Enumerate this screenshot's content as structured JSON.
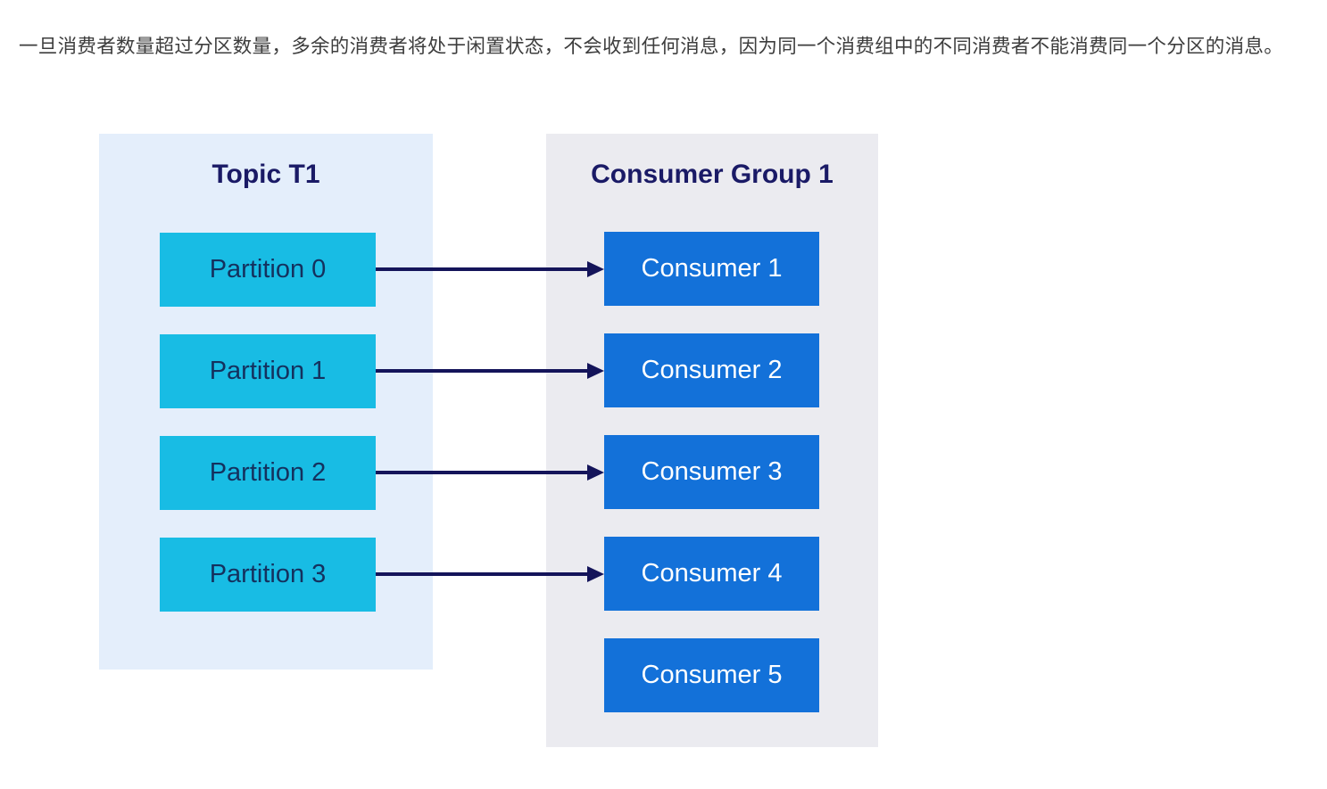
{
  "intro_paragraph": "一旦消费者数量超过分区数量，多余的消费者将处于闲置状态，不会收到任何消息，因为同一个消费组中的不同消费者不能消费同一个分区的消息。",
  "diagram": {
    "topic": {
      "title": "Topic T1",
      "partitions": [
        "Partition 0",
        "Partition 1",
        "Partition 2",
        "Partition 3"
      ]
    },
    "consumer_group": {
      "title": "Consumer Group 1",
      "consumers": [
        "Consumer 1",
        "Consumer 2",
        "Consumer 3",
        "Consumer 4",
        "Consumer 5"
      ]
    },
    "connections": [
      {
        "from": "Partition 0",
        "to": "Consumer 1"
      },
      {
        "from": "Partition 1",
        "to": "Consumer 2"
      },
      {
        "from": "Partition 2",
        "to": "Consumer 3"
      },
      {
        "from": "Partition 3",
        "to": "Consumer 4"
      }
    ],
    "idle_consumers": [
      "Consumer 5"
    ],
    "colors": {
      "topic_panel_bg": "#e4eefb",
      "consumer_panel_bg": "#ebebf0",
      "partition_box_bg": "#18bce4",
      "consumer_box_bg": "#1371d9",
      "title_text": "#1a1a66",
      "partition_text": "#14315e",
      "consumer_text": "#ffffff",
      "arrow": "#14145a"
    }
  }
}
